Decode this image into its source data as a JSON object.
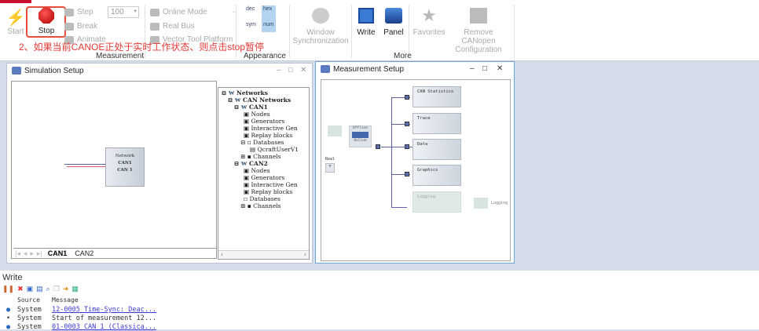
{
  "ribbon": {
    "start": "Start",
    "stop": "Stop",
    "step": "Step",
    "break": "Break",
    "animate": "Animate",
    "step_value": "100",
    "online_mode": "Online Mode",
    "real_bus": "Real Bus",
    "vector_tool_platform": "Vector Tool Platform",
    "measurement_group": "Measurement",
    "dec": "dec",
    "hex": "hex",
    "sym": "sym",
    "num": "num",
    "appearance_group": "Appearance",
    "window_sync_1": "Window",
    "window_sync_2": "Synchronization",
    "write": "Write",
    "panel": "Panel",
    "favorites": "Favorites",
    "remove_canopen_1": "Remove CANopen",
    "remove_canopen_2": "Configuration",
    "more_group": "More"
  },
  "annotation": "2、如果当前CANOE正处于实时工作状态、则点击stop暂停",
  "simulation": {
    "title": "Simulation Setup",
    "network_block": {
      "label": "Network",
      "name": "CAN1",
      "channel": "CAN 1"
    },
    "tabs": [
      "CAN1",
      "CAN2"
    ],
    "tree": [
      "Networks",
      "CAN Networks",
      "CAN1",
      "Nodes",
      "Generators",
      "Interactive Gen",
      "Replay blocks",
      "Databases",
      "QcraftUserV1",
      "Channels",
      "CAN2",
      "Nodes",
      "Generators",
      "Interactive Gen",
      "Replay blocks",
      "Databases",
      "Channels"
    ]
  },
  "measurement": {
    "title": "Measurement Setup",
    "offline": "Offline",
    "online": "Online",
    "real": "Real",
    "blocks": [
      "CAN Statistics",
      "Trace",
      "Data",
      "Graphics",
      "Logging"
    ],
    "logging_file": "Logging"
  },
  "write": {
    "title": "Write",
    "headers": [
      "Source",
      "Message"
    ],
    "rows": [
      {
        "source": "System",
        "message": "12-0005 Time-Sync: Deac...",
        "link": true
      },
      {
        "source": "System",
        "message": "Start of measurement 12...",
        "link": false
      },
      {
        "source": "System",
        "message": "01-0003 CAN 1 (Classica...",
        "link": true
      }
    ]
  }
}
